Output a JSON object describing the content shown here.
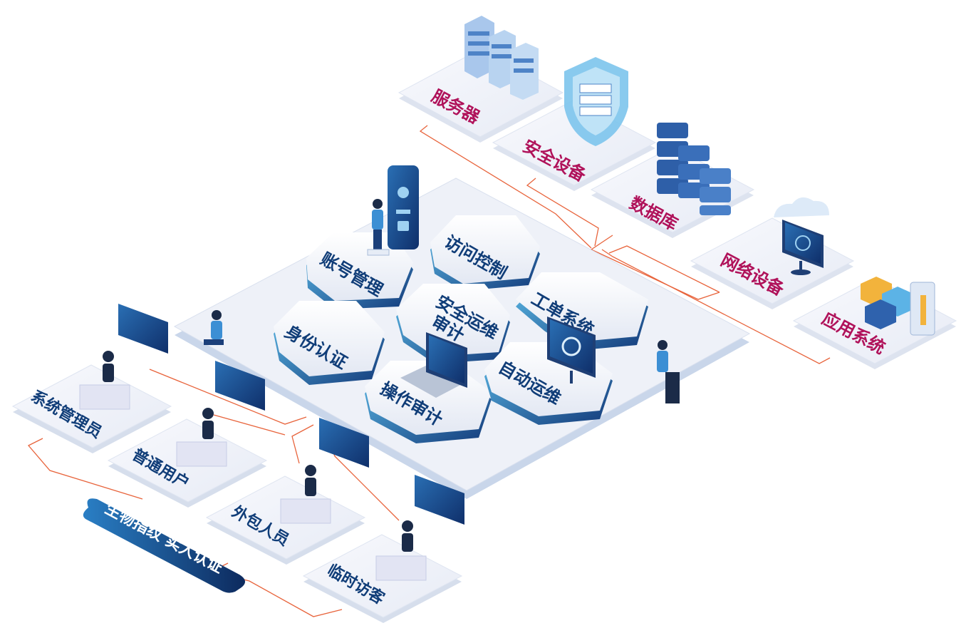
{
  "colors": {
    "accent_pink": "#b0125a",
    "label_blue": "#103d78",
    "hex_gradient_start": "#5bb9e6",
    "hex_gradient_end": "#133a7a",
    "wire_orange": "#e8643c",
    "platform": "#eef1f8"
  },
  "resources": {
    "server": "服务器",
    "security_device": "安全设备",
    "database": "数据库",
    "network_device": "网络设备",
    "application_system": "应用系统"
  },
  "modules": {
    "account_management": "账号管理",
    "access_control": "访问控制",
    "identity_authentication": "身份认证",
    "center_line1": "安全运维",
    "center_line2": "审计",
    "work_order_system": "工单系统",
    "operation_audit": "操作审计",
    "automated_ops": "自动运维"
  },
  "users": {
    "system_admin": "系统管理员",
    "regular_user": "普通用户",
    "outsourced_staff": "外包人员",
    "temporary_visitor": "临时访客"
  },
  "ribbon": "生物指纹 实人认证",
  "icons": [
    "server-rack-icon",
    "shield-icon",
    "database-stack-icon",
    "cloud-monitor-icon",
    "app-blocks-icon",
    "phone-lock-icon",
    "laptop-icon",
    "person-icon"
  ]
}
